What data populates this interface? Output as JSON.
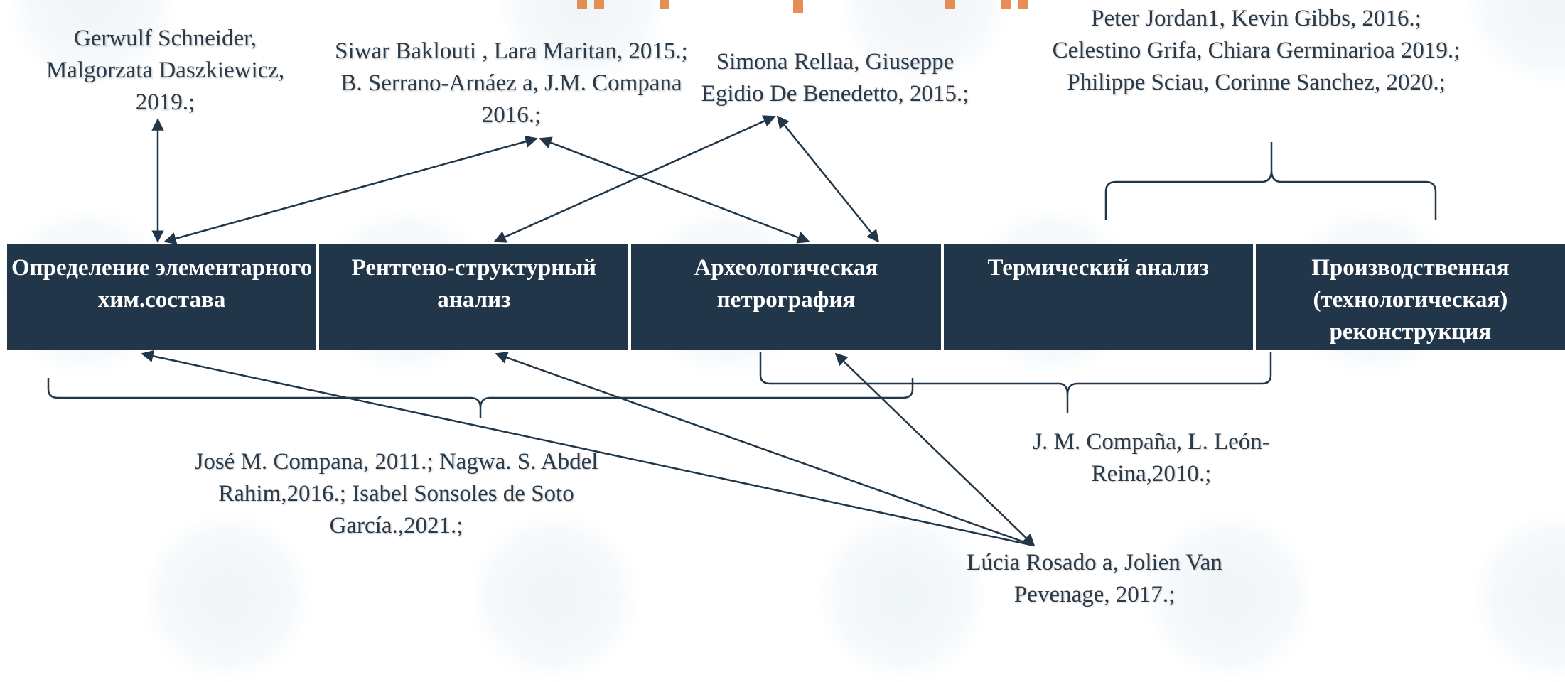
{
  "boxes": [
    {
      "text": "Определение элементарного хим.состава"
    },
    {
      "text": "Рентгено-структурный анализ"
    },
    {
      "text": "Археологическая петрография"
    },
    {
      "text": "Термический анализ"
    },
    {
      "text": "Производственная (технологическая) реконструкция"
    }
  ],
  "refs": {
    "schneider": "Gerwulf Schneider, Malgorzata Daszkiewicz, 2019.;",
    "baklouti": "Siwar Baklouti , Lara Maritan, 2015.; B. Serrano-Arnáez a, J.M. Compana 2016.;",
    "rellaa": "Simona Rellaa, Giuseppe Egidio De Benedetto, 2015.;",
    "jordan": "Peter Jordan1, Kevin Gibbs, 2016.; Celestino Grifa, Chiara Germinarioa 2019.; Philippe Sciau, Corinne Sanchez, 2020.;",
    "compana2011": "José M. Compana, 2011.; Nagwa. S. Abdel Rahim,2016.; Isabel Sonsoles de Soto García.,2021.;",
    "compana2010": "J. M. Compaña, L. León-Reina,2010.;",
    "rosado": "Lúcia Rosado a, Jolien Van Pevenage, 2017.;"
  },
  "colors": {
    "box": "#213648",
    "line": "#213648",
    "text": "#2a3a49"
  }
}
